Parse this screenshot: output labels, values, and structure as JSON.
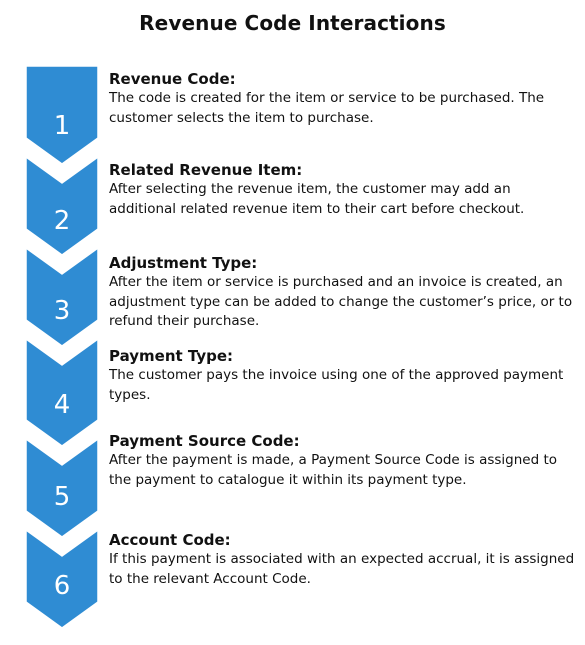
{
  "title": "Revenue Code Interactions",
  "accent_color": "#2F8CD3",
  "steps": [
    {
      "number": "1",
      "heading": "Revenue Code:",
      "description": "The code is created for the item or service to be purchased. The customer selects the item to purchase."
    },
    {
      "number": "2",
      "heading": "Related Revenue Item:",
      "description": "After selecting the revenue item, the customer may add an additional related revenue item to their cart before checkout."
    },
    {
      "number": "3",
      "heading": "Adjustment Type:",
      "description": "After the item or service is purchased and an invoice is created, an adjustment type can be added to change the customer’s price, or to refund their purchase."
    },
    {
      "number": "4",
      "heading": "Payment Type:",
      "description": "The customer pays the invoice using one of the approved payment types."
    },
    {
      "number": "5",
      "heading": "Payment Source Code:",
      "description": "After the payment is made, a Payment Source Code is assigned to the payment to catalogue it within its payment type."
    },
    {
      "number": "6",
      "heading": "Account Code:",
      "description": "If this payment is associated with an expected accrual, it is assigned to the relevant Account Code."
    }
  ]
}
